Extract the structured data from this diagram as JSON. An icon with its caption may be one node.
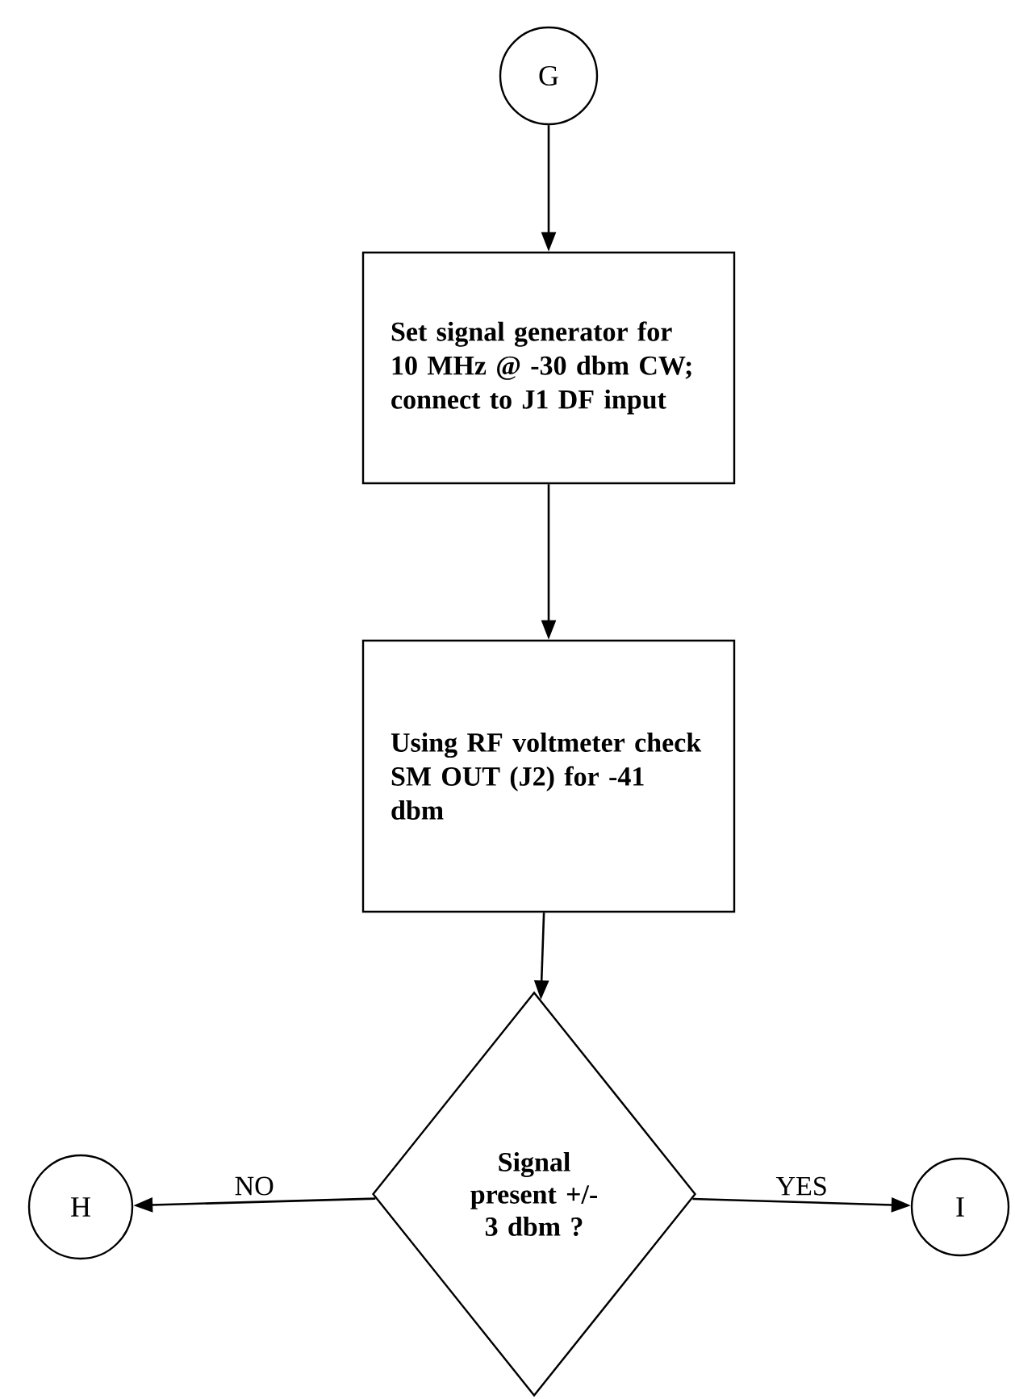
{
  "diagram": {
    "nodes": [
      {
        "text": [
          "G"
        ]
      },
      {
        "text": [
          "Set signal generator for 10 MHz @ -30 dbm CW; connect to J1 DF input"
        ]
      },
      {
        "text": [
          "Using RF voltmeter check SM OUT (J2) for -41 dbm"
        ]
      },
      {
        "text": [
          "Signal present +/- 3 dbm ?"
        ]
      },
      {
        "text": [
          "H"
        ]
      },
      {
        "text": [
          "I"
        ]
      }
    ],
    "edges": [
      {
        "from": 0,
        "to": 1,
        "arrow": "to"
      },
      {
        "from": 1,
        "to": 2,
        "arrow": "to"
      },
      {
        "from": 2,
        "to": 3,
        "arrow": "to"
      },
      {
        "from": 3,
        "to": 4,
        "arrow": "to",
        "label": "NO"
      },
      {
        "from": 3,
        "to": 5,
        "arrow": "to",
        "label": "YES"
      }
    ]
  }
}
